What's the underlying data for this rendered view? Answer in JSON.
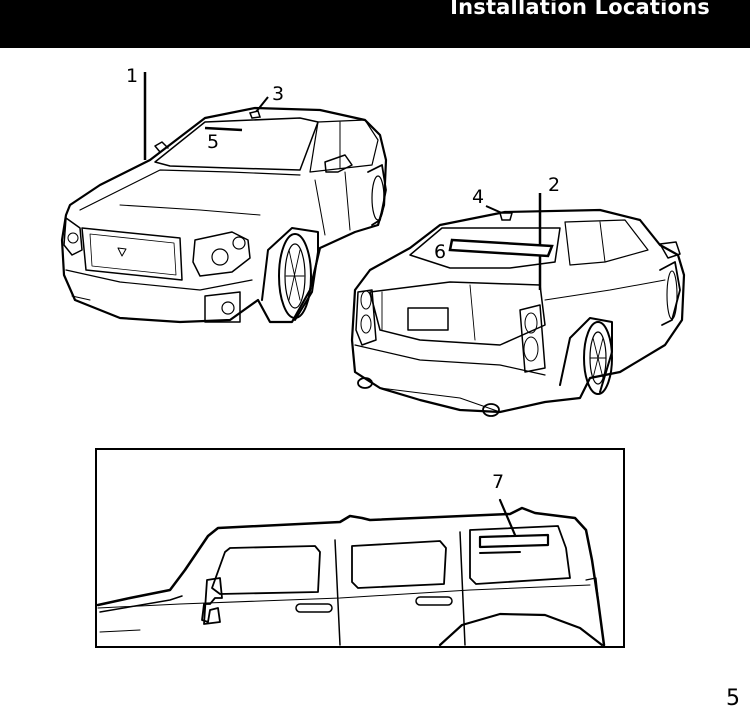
{
  "header": {
    "title": "Installation Locations"
  },
  "callouts": [
    "1",
    "2",
    "3",
    "4",
    "5",
    "6",
    "7"
  ],
  "page_number": "5"
}
